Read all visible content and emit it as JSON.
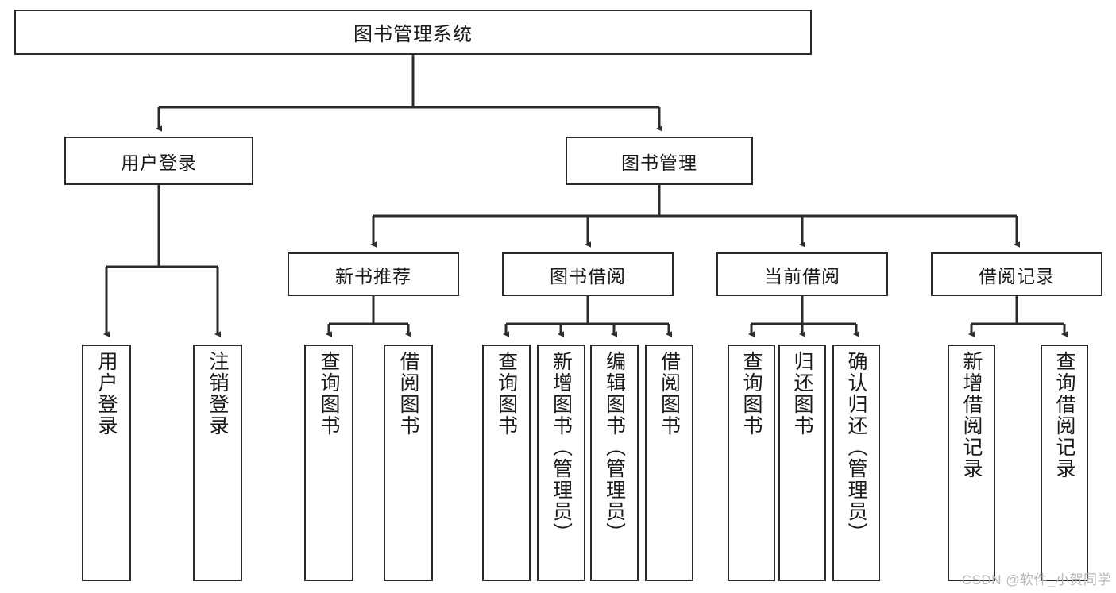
{
  "diagram": {
    "title": "图书管理系统",
    "watermark": "CSDN @软件_小贺同学",
    "colors": {
      "stroke": "#2b2b2b",
      "fill": "#ffffff",
      "text": "#1a1a1a",
      "watermark": "#b8b8b8"
    },
    "root": {
      "label": "图书管理系统"
    },
    "level1": [
      {
        "label": "用户登录"
      },
      {
        "label": "图书管理"
      }
    ],
    "level2": [
      {
        "label": "新书推荐"
      },
      {
        "label": "图书借阅"
      },
      {
        "label": "当前借阅"
      },
      {
        "label": "借阅记录"
      }
    ],
    "leaves": {
      "user_login": [
        {
          "label": "用户登录"
        },
        {
          "label": "注销登录"
        }
      ],
      "new_book": [
        {
          "label": "查询图书"
        },
        {
          "label": "借阅图书"
        }
      ],
      "book_borrow": [
        {
          "label": "查询图书"
        },
        {
          "label": "新增图书（管理员）"
        },
        {
          "label": "编辑图书（管理员）"
        },
        {
          "label": "借阅图书"
        }
      ],
      "current_borrow": [
        {
          "label": "查询图书"
        },
        {
          "label": "归还图书"
        },
        {
          "label": "确认归还（管理员）"
        }
      ],
      "borrow_record": [
        {
          "label": "新增借阅记录"
        },
        {
          "label": "查询借阅记录"
        }
      ]
    }
  }
}
